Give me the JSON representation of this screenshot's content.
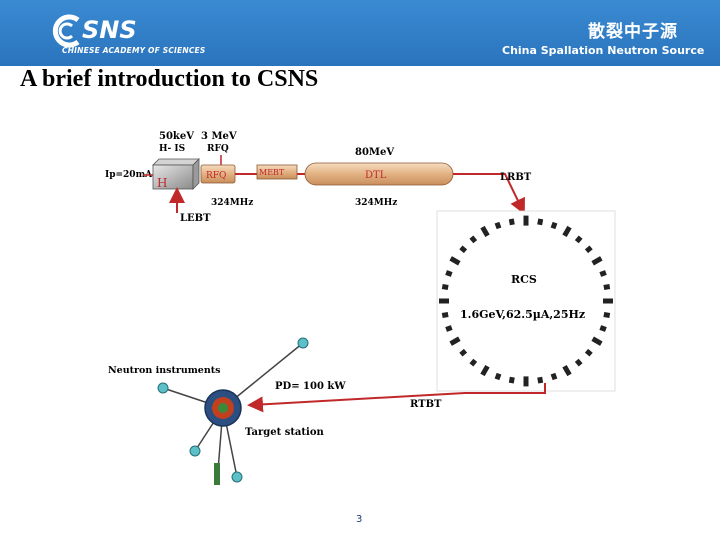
{
  "header": {
    "logo_text": "SNS",
    "logo_subtitle": "CHINESE ACADEMY OF SCIENCES",
    "cn_title": "散裂中子源",
    "en_title": "China Spallation Neutron Source"
  },
  "slide": {
    "title": "A brief introduction to CSNS",
    "page_number": "3"
  },
  "diagram": {
    "source_energy": "50keV",
    "source_ion": "H- IS",
    "rfq_energy": "3 MeV",
    "rfq_top": "RFQ",
    "rfq_box": "RFQ",
    "current": "Ip=20mA",
    "h_minus": "H",
    "mebt": "MEBT",
    "dtl_energy": "80MeV",
    "dtl_box": "DTL",
    "freq_rfq": "324MHz",
    "freq_dtl": "324MHz",
    "lebt": "LEBT",
    "lrbt": "LRBT",
    "rcs": "RCS",
    "rcs_params": "1.6GeV,62.5µA,25Hz",
    "neutron_instruments": "Neutron instruments",
    "power": "PD= 100 kW",
    "rtbt": "RTBT",
    "target_station": "Target station"
  },
  "colors": {
    "header_bg": "#2e7cc4",
    "linac_red": "#c0282a",
    "pipe_tan": "#e9c39a"
  }
}
